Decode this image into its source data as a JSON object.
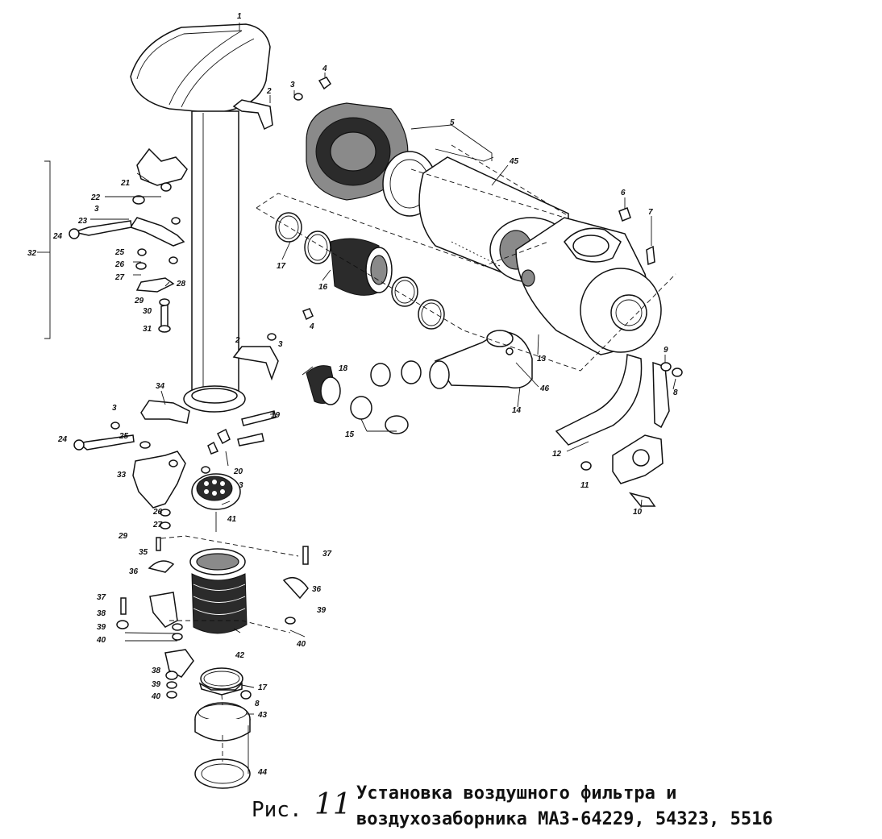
{
  "caption": {
    "prefix": "Рис.",
    "number": "11",
    "line1": "Установка воздушного фильтра и",
    "line2": "воздухозаборника МАЗ-64229, 54323, 5516"
  },
  "callouts": [
    "1",
    "2",
    "3",
    "4",
    "5",
    "45",
    "6",
    "7",
    "17",
    "16",
    "21",
    "22",
    "3",
    "23",
    "24",
    "25",
    "26",
    "27",
    "28",
    "29",
    "30",
    "31",
    "32",
    "2",
    "3",
    "4",
    "18",
    "46",
    "13",
    "9",
    "8",
    "14",
    "15",
    "12",
    "11",
    "10",
    "34",
    "3",
    "19",
    "24",
    "25",
    "20",
    "33",
    "3",
    "41",
    "26",
    "27",
    "29",
    "35",
    "37",
    "36",
    "36",
    "37",
    "38",
    "39",
    "40",
    "39",
    "40",
    "42",
    "38",
    "39",
    "40",
    "17",
    "8",
    "43",
    "44"
  ]
}
